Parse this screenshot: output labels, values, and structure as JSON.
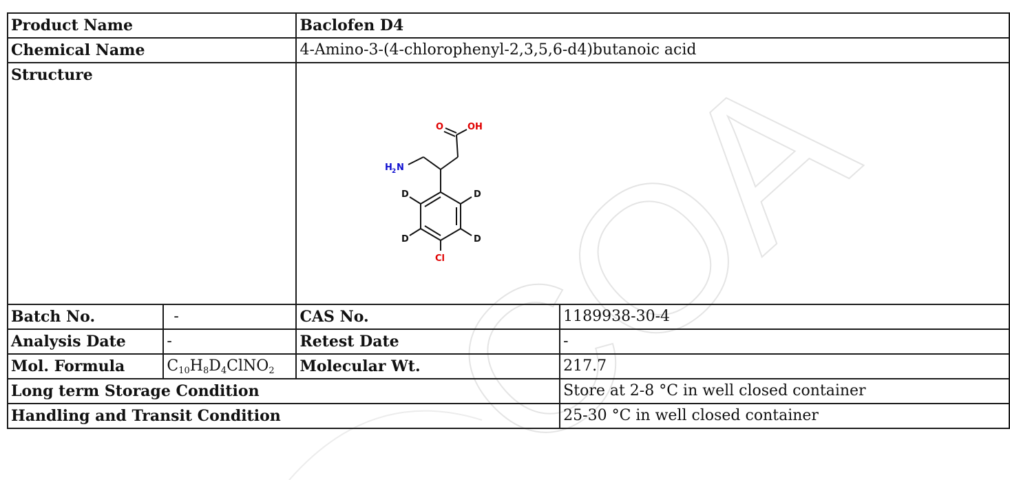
{
  "product": {
    "product_name_label": "Product Name",
    "product_name_value": "Baclofen D4",
    "chemical_name_label": "Chemical Name",
    "chemical_name_value": "4-Amino-3-(4-chlorophenyl-2,3,5,6-d4)butanoic acid",
    "structure_label": "Structure"
  },
  "structure_atoms": {
    "o": "O",
    "oh": "OH",
    "h2n_h": "H",
    "h2n_sub": "2",
    "h2n_n": "N",
    "d1": "D",
    "d2": "D",
    "d3": "D",
    "d4": "D",
    "cl": "Cl"
  },
  "details": {
    "batch_label": "Batch No.",
    "batch_value": "-",
    "cas_label": "CAS No.",
    "cas_value": "1189938-30-4",
    "analysis_date_label": "Analysis Date",
    "analysis_date_value": "-",
    "retest_date_label": "Retest Date",
    "retest_date_value": "-",
    "mol_formula_label": "Mol. Formula",
    "mol_formula": {
      "c": "C",
      "c_n": "10",
      "h": "H",
      "h_n": "8",
      "d": "D",
      "d_n": "4",
      "rest": "ClNO",
      "o_n": "2"
    },
    "mol_wt_label": "Molecular Wt.",
    "mol_wt_value": "217.7",
    "storage_label": "Long term Storage Condition",
    "storage_value": "Store at 2-8 °C in well closed container",
    "handling_label": "Handling and Transit Condition",
    "handling_value": "25-30 °C in well closed container"
  },
  "watermark": {
    "text": "COA",
    "color": "#e6e6e6"
  },
  "colors": {
    "oxygen": "#e00000",
    "nitrogen": "#1010d0",
    "chlorine": "#e00000",
    "border": "#1a1a1a"
  }
}
